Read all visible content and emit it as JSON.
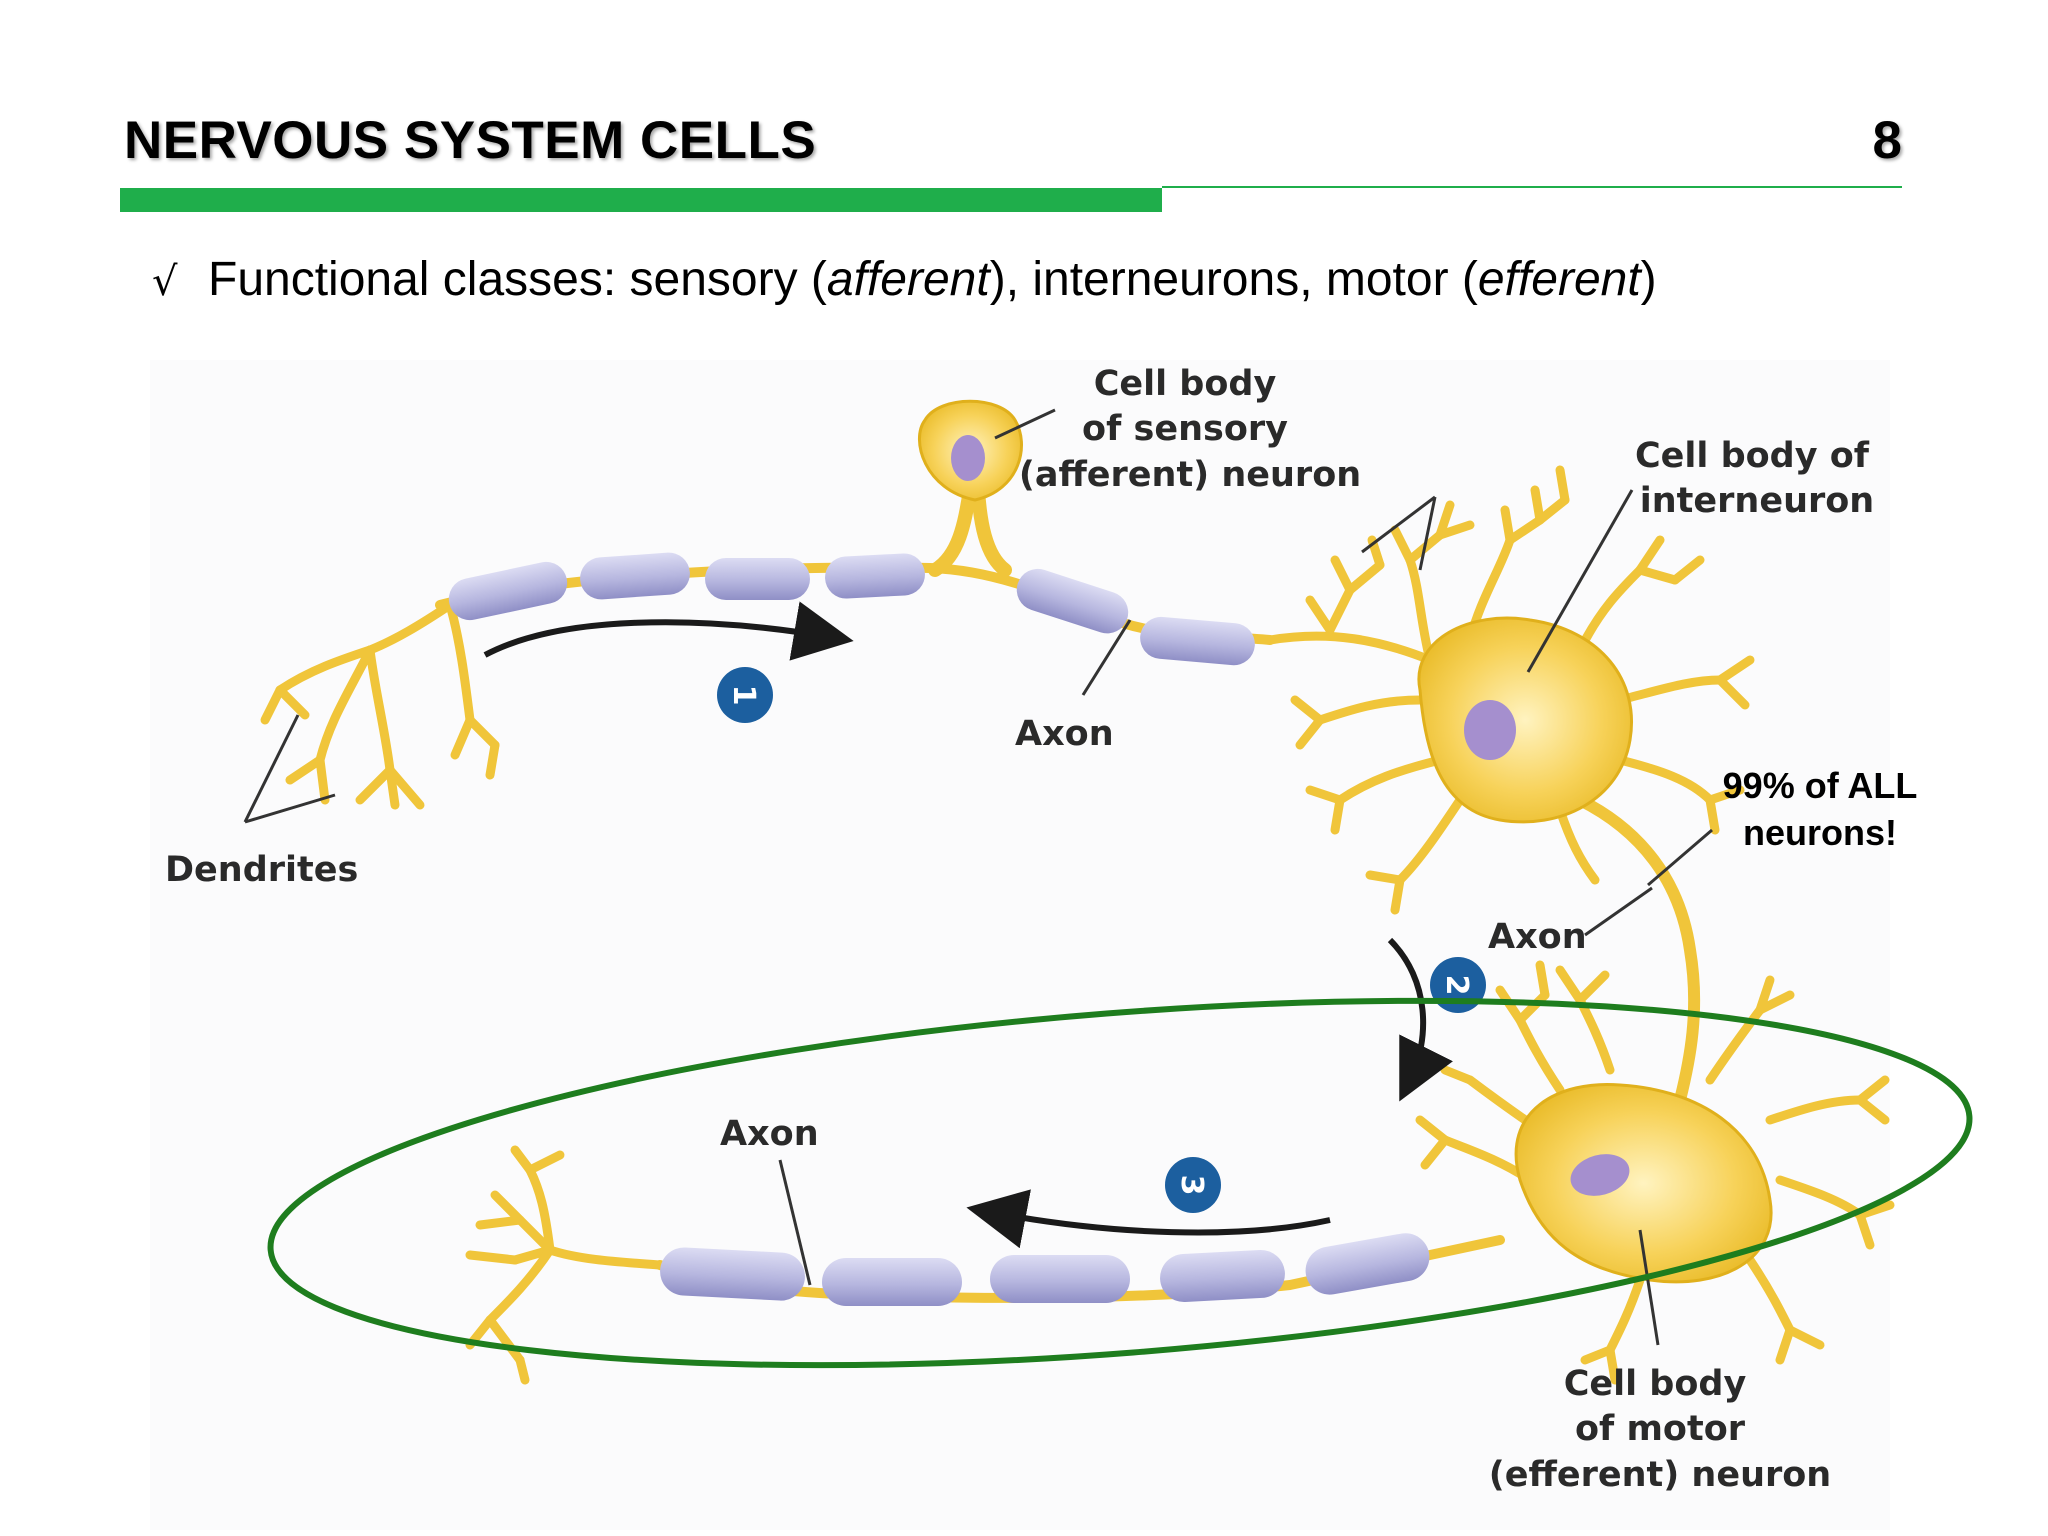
{
  "slide": {
    "title": "NERVOUS SYSTEM CELLS",
    "number": "8"
  },
  "bullet": {
    "symbol": "√",
    "prefix": "Functional classes: sensory (",
    "afferent": "afferent",
    "middle": "), interneurons, motor (",
    "efferent": "efferent",
    "suffix": ")"
  },
  "labels": {
    "sensory_cell_body": [
      "Cell body",
      "of sensory",
      "(afferent) neuron"
    ],
    "interneuron_cell_body": [
      "Cell body of",
      "interneuron"
    ],
    "dendrites": "Dendrites",
    "axon_sensory": "Axon",
    "axon_interneuron": "Axon",
    "axon_motor": "Axon",
    "motor_cell_body": [
      "Cell body",
      "of motor",
      "(efferent) neuron"
    ],
    "note": [
      "99% of ALL",
      "neurons!"
    ]
  },
  "steps": [
    "1",
    "2",
    "3"
  ],
  "colors": {
    "accent_green": "#1fae4b",
    "highlight_ellipse": "#1e7d1e",
    "neuron_yellow": "#f2c93a",
    "myelin_lavender": "#b9b9e0",
    "nucleus_purple": "#a58fce",
    "step_circle": "#1c5f9f"
  }
}
